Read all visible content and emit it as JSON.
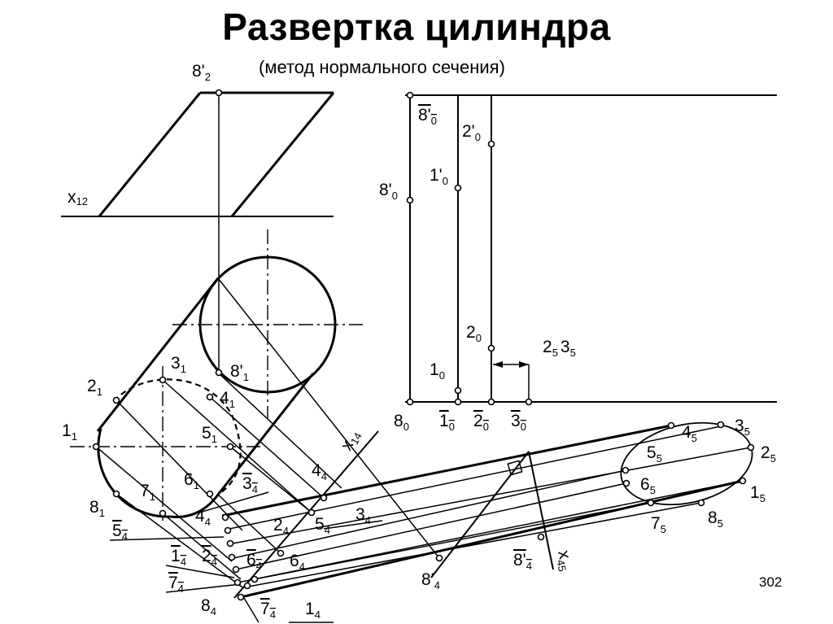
{
  "title": "Развертка цилиндра",
  "subtitle": "(метод нормального сечения)",
  "page_number": "302",
  "labels": {
    "p8_2": {
      "main": "8'",
      "sub": "2"
    },
    "x12": {
      "main": "x",
      "sub": "12"
    },
    "p3_1": {
      "main": "3",
      "sub": "1"
    },
    "p8_1": {
      "main": "8'",
      "sub": "1"
    },
    "p2_1": {
      "main": "2",
      "sub": "1"
    },
    "p4_1": {
      "main": "4",
      "sub": "1"
    },
    "p1_1": {
      "main": "1",
      "sub": "1"
    },
    "p5_1": {
      "main": "5",
      "sub": "1"
    },
    "p6_1": {
      "main": "6",
      "sub": "1"
    },
    "p7_1": {
      "main": "7",
      "sub": "1"
    },
    "p8_1b": {
      "main": "8",
      "sub": "1"
    },
    "p5_4b": {
      "main": "5",
      "sub": "4"
    },
    "p3_4b": {
      "main": "3",
      "sub": "4"
    },
    "p4_4b": {
      "main": "4",
      "sub": "4"
    },
    "p4_4": {
      "main": "4",
      "sub": "4"
    },
    "p2_4": {
      "main": "2",
      "sub": "4"
    },
    "p5_4": {
      "main": "5",
      "sub": "4"
    },
    "p3_4": {
      "main": "3",
      "sub": "4"
    },
    "p1_4b": {
      "main": "1",
      "sub": "4"
    },
    "p2_4b": {
      "main": "2",
      "sub": "4"
    },
    "p6_4b": {
      "main": "6",
      "sub": "4"
    },
    "p6_4": {
      "main": "6",
      "sub": "4"
    },
    "p7_4b": {
      "main": "7",
      "sub": "4"
    },
    "p8_4": {
      "main": "8",
      "sub": "4"
    },
    "p7_4": {
      "main": "7",
      "sub": "4"
    },
    "p1_4": {
      "main": "1",
      "sub": "4"
    },
    "p8p_4": {
      "main": "8'",
      "sub": "4"
    },
    "p8p_4b": {
      "main": "8'",
      "sub": "4"
    },
    "x14": {
      "main": "x",
      "sub": "14"
    },
    "x45": {
      "main": "x",
      "sub": "45"
    },
    "p4_5": {
      "main": "4",
      "sub": "5"
    },
    "p3_5": {
      "main": "3",
      "sub": "5"
    },
    "p5_5": {
      "main": "5",
      "sub": "5"
    },
    "p2_5": {
      "main": "2",
      "sub": "5"
    },
    "p6_5": {
      "main": "6",
      "sub": "5"
    },
    "p1_5": {
      "main": "1",
      "sub": "5"
    },
    "p7_5": {
      "main": "7",
      "sub": "5"
    },
    "p8_5": {
      "main": "8",
      "sub": "5"
    },
    "p8p_0b": {
      "main": "8'",
      "sub": "0"
    },
    "p2p_0": {
      "main": "2'",
      "sub": "0"
    },
    "p1p_0": {
      "main": "1'",
      "sub": "0"
    },
    "p8p_0": {
      "main": "8'",
      "sub": "0"
    },
    "p2_0": {
      "main": "2",
      "sub": "0"
    },
    "p25_35": {
      "main": "2",
      "sub": "5",
      "main2": "3",
      "sub2": "5"
    },
    "p1_0": {
      "main": "1",
      "sub": "0"
    },
    "p8_0": {
      "main": "8",
      "sub": "0"
    },
    "p1_0b": {
      "main": "1",
      "sub": "0"
    },
    "p2_0b": {
      "main": "2",
      "sub": "0"
    },
    "p3_0b": {
      "main": "3",
      "sub": "0"
    }
  }
}
